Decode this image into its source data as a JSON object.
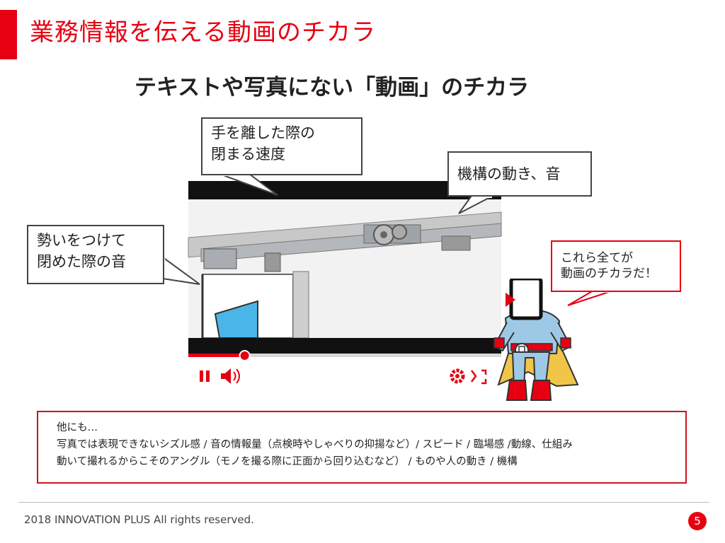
{
  "slide": {
    "title": "業務情報を伝える動画のチカラ",
    "subtitle": "テキストや写真にない「動画」のチカラ"
  },
  "callouts": {
    "speed": "手を離した際の\n閉まる速度",
    "mechanism": "機構の動き、音",
    "momentum": "勢いをつけて\n閉めた際の音",
    "hero": "これら全てが\n動画のチカラだ！"
  },
  "info_box": {
    "line1": "他にも…",
    "line2": "写真では表現できないシズル感 / 音の情報量（点検時やしゃべりの抑揚など）/ スピード / 臨場感 /動線、仕組み",
    "line3": "動いて撮れるからこそのアングル（モノを撮る際に正面から回り込むなど） / ものや人の動き / 機構"
  },
  "video_player": {
    "progress": 0.18,
    "controls": [
      "pause-icon",
      "volume-icon",
      "settings-icon",
      "fullscreen-icon"
    ]
  },
  "footer": {
    "copyright": "2018 INNOVATION PLUS  All rights reserved.",
    "page_number": "5"
  },
  "colors": {
    "accent": "#e60012",
    "dark": "#222222"
  }
}
